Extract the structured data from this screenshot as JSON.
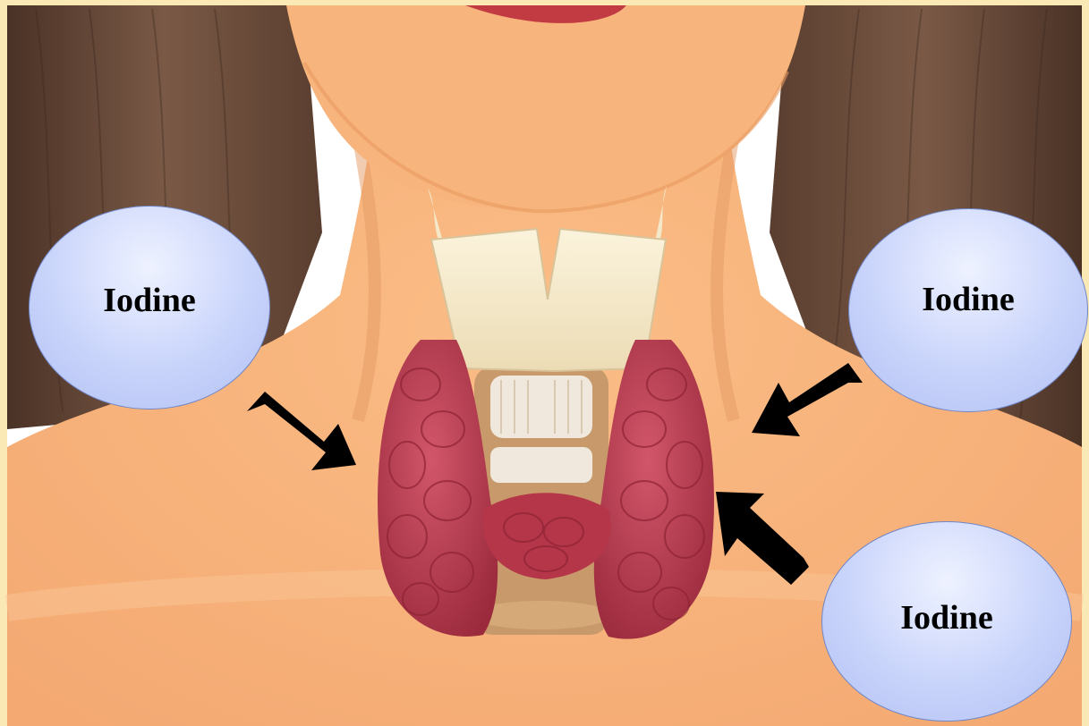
{
  "labels": {
    "left": "Iodine",
    "right": "Iodine",
    "bottom": "Iodine"
  },
  "colors": {
    "frame": "#fbe9b5",
    "skin": "#f7b57f",
    "hair": "#5a3e2f",
    "thyroid": "#b93a4e",
    "cartilage": "#f5e8c8",
    "trachea": "#c89a6b",
    "bubble_fill": "#c9d4fb",
    "bubble_border": "#6f86c8",
    "arrow": "#000000"
  },
  "icons": [
    "arrow-left-icon",
    "arrow-right-upper-icon",
    "arrow-right-lower-icon"
  ]
}
